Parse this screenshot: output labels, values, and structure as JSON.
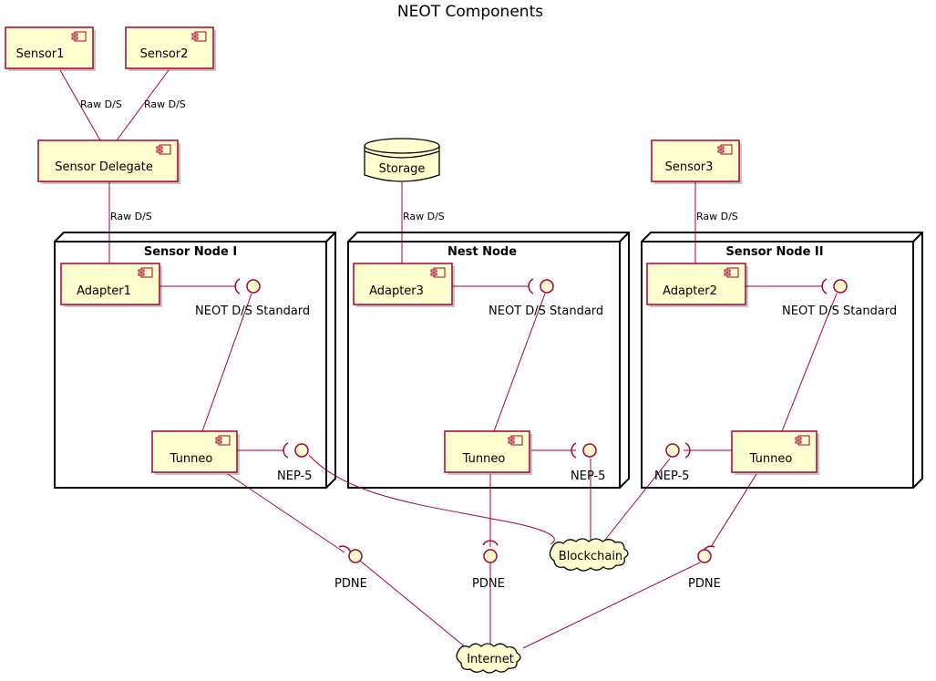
{
  "title": "NEOT Components",
  "nodes": {
    "sensor_node_1": "Sensor Node I",
    "nest_node": "Nest Node",
    "sensor_node_2": "Sensor Node II"
  },
  "components": {
    "sensor1": "Sensor1",
    "sensor2": "Sensor2",
    "sensor_delegate": "Sensor Delegate",
    "sensor3": "Sensor3",
    "adapter1": "Adapter1",
    "adapter3": "Adapter3",
    "adapter2": "Adapter2",
    "tunneo_1": "Tunneo",
    "tunneo_nest": "Tunneo",
    "tunneo_2": "Tunneo"
  },
  "databases": {
    "storage": "Storage"
  },
  "clouds": {
    "blockchain": "Blockchain",
    "internet": "Internet"
  },
  "interfaces": {
    "neot_ds_1": "NEOT D/S Standard",
    "neot_ds_nest": "NEOT D/S Standard",
    "neot_ds_2": "NEOT D/S Standard",
    "nep5_1": "NEP-5",
    "nep5_nest": "NEP-5",
    "nep5_2": "NEP-5",
    "pdne_1": "PDNE",
    "pdne_nest": "PDNE",
    "pdne_2": "PDNE"
  },
  "link_labels": {
    "sensor1_delegate": "Raw D/S",
    "sensor2_delegate": "Raw D/S",
    "delegate_adapter1": "Raw D/S",
    "storage_adapter3": "Raw D/S",
    "sensor3_adapter2": "Raw D/S"
  },
  "colors": {
    "component_fill": "#fefece",
    "component_border": "#a80036",
    "link": "#a80036",
    "node_border": "#000000"
  }
}
